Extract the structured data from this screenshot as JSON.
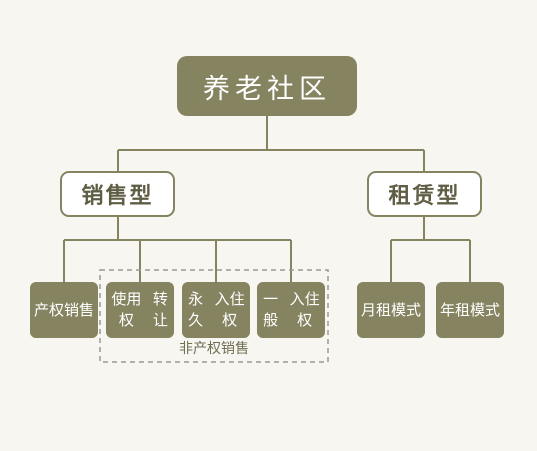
{
  "root": {
    "label": "养老社区"
  },
  "branches": [
    {
      "label": "销售型",
      "children": [
        {
          "line1": "产权",
          "line2": "销售"
        },
        {
          "line1": "使用权",
          "line2": "转让"
        },
        {
          "line1": "永久",
          "line2": "入住权"
        },
        {
          "line1": "一般",
          "line2": "入住权"
        }
      ]
    },
    {
      "label": "租赁型",
      "children": [
        {
          "line1": "月租",
          "line2": "模式"
        },
        {
          "line1": "年租",
          "line2": "模式"
        }
      ]
    }
  ],
  "group": {
    "label": "非产权销售"
  },
  "colors": {
    "accent": "#858360",
    "background": "#f7f6f1",
    "mid_text": "#5f5e45",
    "dashed_border": "#9a9a96"
  }
}
